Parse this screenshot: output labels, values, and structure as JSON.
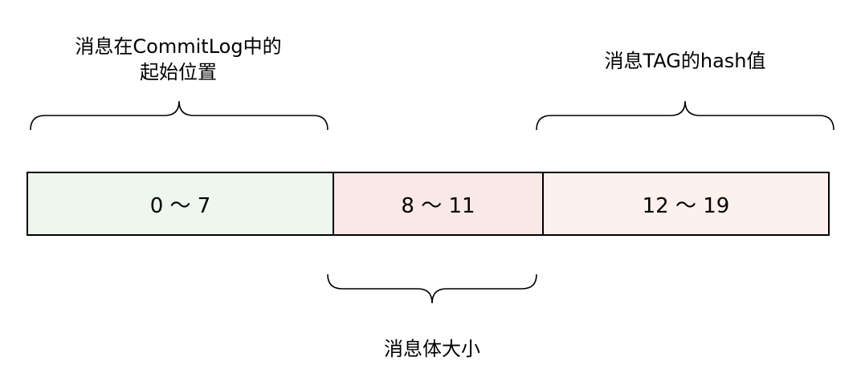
{
  "labels": {
    "offset": {
      "line1": "消息在CommitLog中的",
      "line2": "起始位置"
    },
    "tag_hash": "消息TAG的hash值",
    "body_size": "消息体大小"
  },
  "segments": [
    {
      "range": "0 ～ 7",
      "fill": "#edf7ee"
    },
    {
      "range": "8 ～ 11",
      "fill": "#fae8e6"
    },
    {
      "range": "12 ～ 19",
      "fill": "#fdf1ee"
    }
  ]
}
